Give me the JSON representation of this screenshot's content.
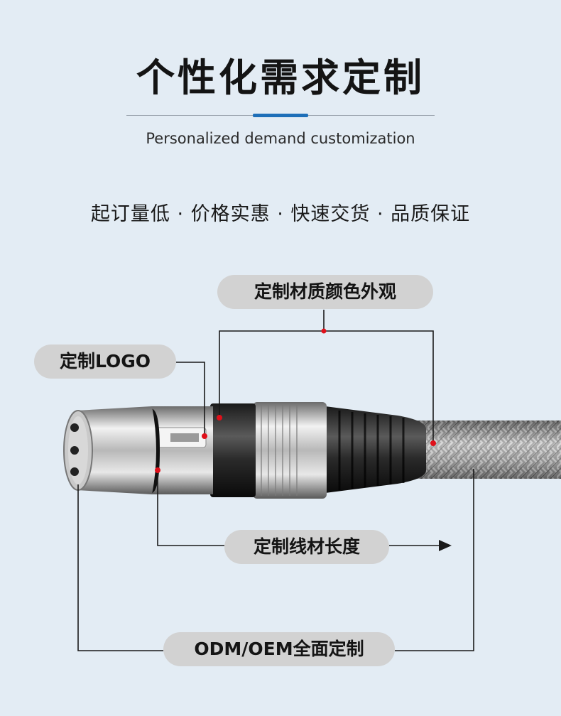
{
  "header": {
    "title": "个性化需求定制",
    "subtitle": "Personalized demand customization"
  },
  "features": "起订量低 · 价格实惠 · 快速交货 · 品质保证",
  "callouts": {
    "material": "定制材质颜色外观",
    "logo": "定制LOGO",
    "length": "定制线材长度",
    "odm": "ODM/OEM全面定制"
  },
  "colors": {
    "background": "#e3ecf4",
    "accent": "#1e6fb8",
    "pill": "#d2d2d2",
    "marker": "#e0101a"
  }
}
